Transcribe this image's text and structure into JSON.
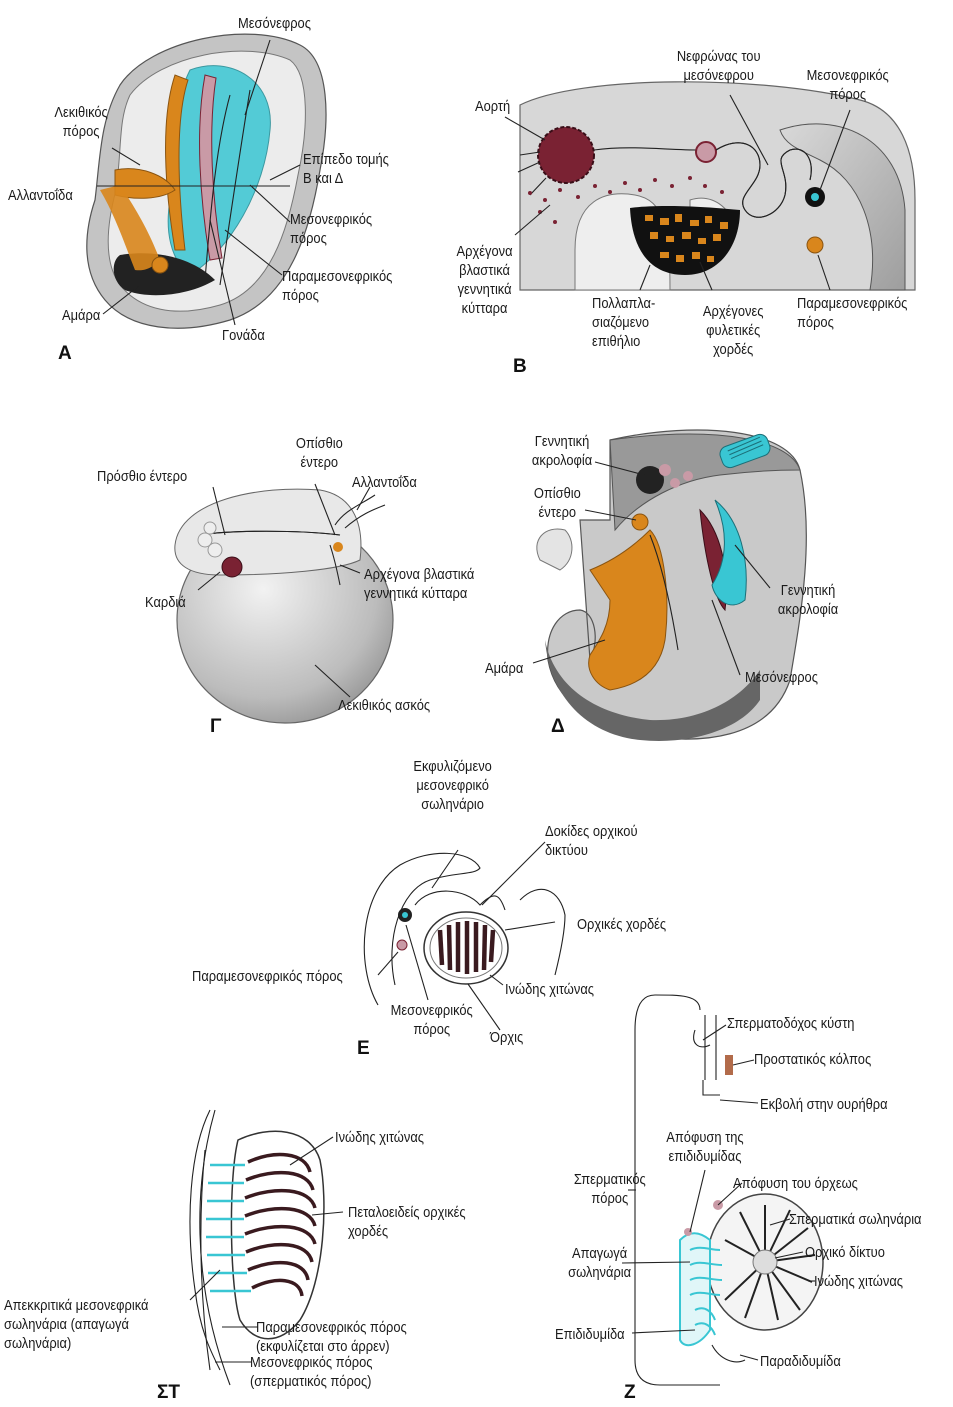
{
  "colors": {
    "orange": "#d9861c",
    "cyan": "#39c6d3",
    "maroon": "#7a2233",
    "pink": "#c99aa6",
    "grey": "#c8c8c8",
    "dark": "#2a2a2a"
  },
  "panels": {
    "A": {
      "letter": "Α",
      "labels": {
        "mesonephros": "Μεσόνεφρος",
        "yolk_duct": "Λεκιθικός\nπόρος",
        "plane": "Επίπεδο τομής\nΒ και Δ",
        "allantois": "Αλλαντοΐδα",
        "mesonephric_duct": "Μεσονεφρικός\nπόρος",
        "paramesonephric_duct": "Παραμεσονεφρικός\nπόρος",
        "cloaca": "Αμάρα",
        "gonad": "Γονάδα"
      }
    },
    "B": {
      "letter": "Β",
      "labels": {
        "aorta": "Αορτή",
        "nephron": "Νεφρώνας του\nμεσόνεφρου",
        "mesonephric_duct": "Μεσονεφρικός\nπόρος",
        "primordial_germ": "Αρχέγονα\nβλαστικά\nγεννητικά\nκύτταρα",
        "epithelium": "Πολλαπλα-\nσιαζόμενο\nεπιθήλιο",
        "sex_cords": "Αρχέγονες\nφυλετικές\nχορδές",
        "paramesonephric_duct": "Παραμεσονεφρικός\nπόρος"
      }
    },
    "C": {
      "letter": "Γ",
      "labels": {
        "hindgut": "Οπίσθιο\nέντερο",
        "foregut": "Πρόσθιο έντερο",
        "allantois": "Αλλαντοΐδα",
        "germ_cells": "Αρχέγονα βλαστικά\nγεννητικά κύτταρα",
        "heart": "Καρδιά",
        "yolk_sac": "Λεκιθικός ασκός"
      }
    },
    "D": {
      "letter": "Δ",
      "labels": {
        "genital_ridge_top": "Γεννητική\nακρολοφία",
        "hindgut": "Οπίσθιο\nέντερο",
        "genital_ridge": "Γεννητική\nακρολοφία",
        "cloaca": "Αμάρα",
        "mesonephros": "Μεσόνεφρος"
      }
    },
    "E": {
      "letter": "Ε",
      "labels": {
        "degenerating": "Εκφυλιζόμενο\nμεσονεφρικό\nσωληνάριο",
        "rete_trabeculae": "Δοκίδες ορχικού\nδικτύου",
        "testis_cords": "Ορχικές χορδές",
        "paramesonephric_duct": "Παραμεσονεφρικός πόρος",
        "tunica": "Ινώδης χιτώνας",
        "mesonephric_duct": "Μεσονεφρικός\nπόρος",
        "testis": "Όρχις"
      }
    },
    "F": {
      "letter": "ΣΤ",
      "labels": {
        "tunica": "Ινώδης χιτώνας",
        "horseshoe": "Πεταλοειδείς ορχικές\nχορδές",
        "excretory": "Απεκκριτικά μεσονεφρικά\nσωληνάρια (απαγωγά\nσωληνάρια)",
        "paramesonephric": "Παραμεσονεφρικός πόρος\n(εκφυλίζεται στο άρρεν)",
        "mesonephric": "Μεσονεφρικός πόρος\n(σπερματικός πόρος)"
      }
    },
    "G": {
      "letter": "Ζ",
      "labels": {
        "seminal_vesicle": "Σπερματοδόχος κύστη",
        "prostatic_utricle": "Προστατικός κόλπος",
        "urethra": "Εκβολή στην ουρήθρα",
        "epididymis_appendix": "Απόφυση της\nεπιδιδυμίδας",
        "vas_deferens": "Σπερματικός\nπόρος",
        "testis_appendix": "Απόφυση του όρχεως",
        "seminiferous": "Σπερματικά σωληνάρια",
        "efferent": "Απαγωγά\nσωληνάρια",
        "rete": "Ορχικό δίκτυο",
        "tunica": "Ινώδης χιτώνας",
        "epididymis": "Επιδιδυμίδα",
        "paradidymis": "Παραδιδυμίδα"
      }
    }
  }
}
